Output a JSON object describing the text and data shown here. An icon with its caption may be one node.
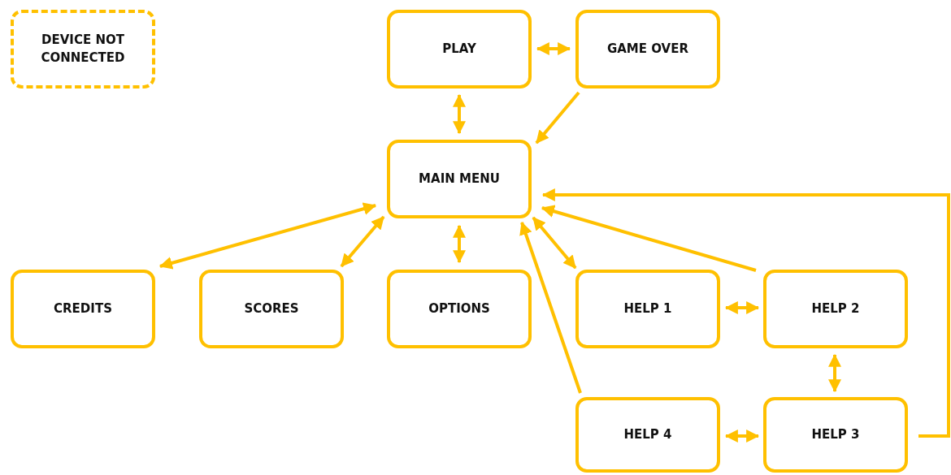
{
  "diagram": {
    "nodes": [
      {
        "text": [
          "DEVICE NOT CONNECTED"
        ]
      },
      {
        "text": [
          "PLAY"
        ]
      },
      {
        "text": [
          "GAME OVER"
        ]
      },
      {
        "text": [
          "MAIN MENU"
        ]
      },
      {
        "text": [
          "CREDITS"
        ]
      },
      {
        "text": [
          "SCORES"
        ]
      },
      {
        "text": [
          "OPTIONS"
        ]
      },
      {
        "text": [
          "HELP 1"
        ]
      },
      {
        "text": [
          "HELP 2"
        ]
      },
      {
        "text": [
          "HELP 4"
        ]
      },
      {
        "text": [
          "HELP 3"
        ]
      }
    ],
    "edges": [
      {
        "from": 1,
        "to": 2,
        "arrow": "both"
      },
      {
        "from": 1,
        "to": 3,
        "arrow": "both"
      },
      {
        "from": 2,
        "to": 3,
        "arrow": "to"
      },
      {
        "from": 3,
        "to": 4,
        "arrow": "both"
      },
      {
        "from": 3,
        "to": 5,
        "arrow": "both"
      },
      {
        "from": 3,
        "to": 6,
        "arrow": "both"
      },
      {
        "from": 3,
        "to": 7,
        "arrow": "both"
      },
      {
        "from": 8,
        "to": 3,
        "arrow": "to"
      },
      {
        "from": 9,
        "to": 3,
        "arrow": "to"
      },
      {
        "from": 10,
        "to": 3,
        "arrow": "to"
      },
      {
        "from": 7,
        "to": 8,
        "arrow": "both"
      },
      {
        "from": 8,
        "to": 10,
        "arrow": "both"
      },
      {
        "from": 9,
        "to": 10,
        "arrow": "both"
      }
    ]
  }
}
